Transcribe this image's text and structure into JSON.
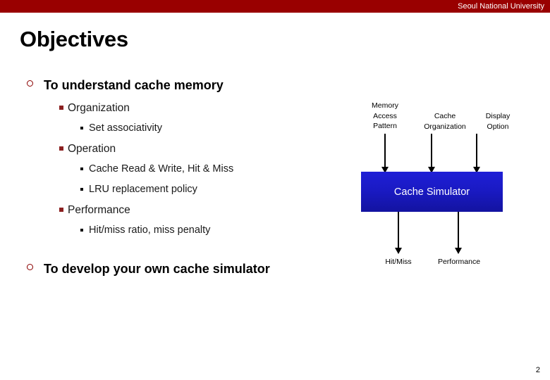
{
  "banner": {
    "institution": "Seoul National University",
    "color": "#990000"
  },
  "slide": {
    "title": "Objectives",
    "page_number": "2"
  },
  "content": {
    "bullets": [
      {
        "level": 1,
        "marker": "hollow-circle",
        "text": "To understand cache memory"
      },
      {
        "level": 2,
        "marker": "red-square",
        "text": "Organization"
      },
      {
        "level": 3,
        "marker": "black-square",
        "text": "Set associativity"
      },
      {
        "level": 2,
        "marker": "red-square",
        "text": "Operation"
      },
      {
        "level": 3,
        "marker": "black-square",
        "text": "Cache Read & Write, Hit & Miss"
      },
      {
        "level": 3,
        "marker": "black-square",
        "text": "LRU replacement policy"
      },
      {
        "level": 2,
        "marker": "red-square",
        "text": "Performance"
      },
      {
        "level": 3,
        "marker": "black-square",
        "text": "Hit/miss ratio, miss penalty"
      },
      {
        "level": 1,
        "marker": "hollow-circle",
        "text": "To develop your own cache simulator"
      }
    ]
  },
  "diagram": {
    "inputs": [
      "Memory\nAccess\nPattern",
      "Cache\nOrganization",
      "Display\nOption"
    ],
    "box_label": "Cache Simulator",
    "box_color": "#1a1ac4",
    "outputs": [
      "Hit/Miss",
      "Performance"
    ]
  }
}
